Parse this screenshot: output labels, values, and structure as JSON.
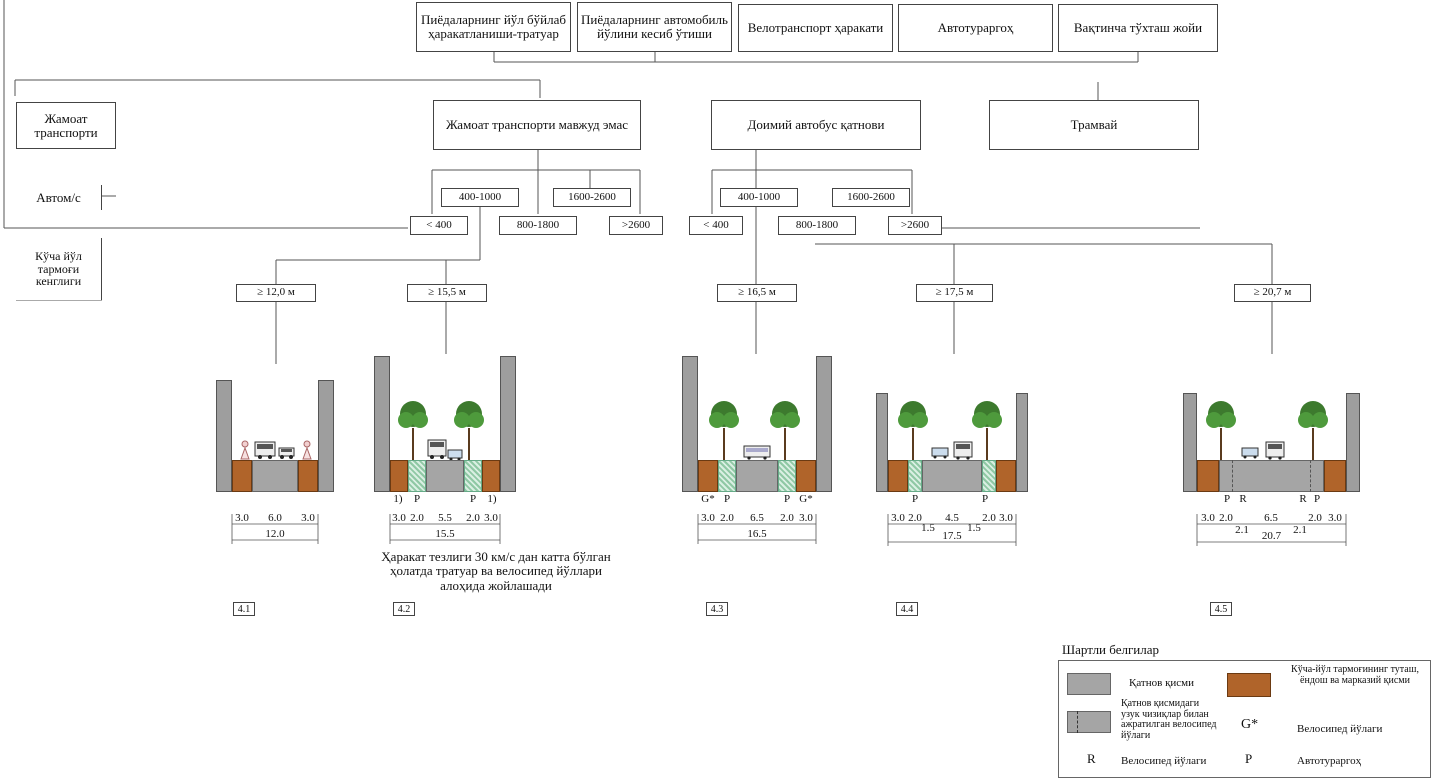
{
  "header_categories": [
    "Пиёдаларнинг йўл бўйлаб ҳаракатланиши-тратуар",
    "Пиёдаларнинг автомобиль йўлини кесиб ўтиши",
    "Велотранспорт ҳаракати",
    "Автотураргоҳ",
    "Вақтинча тўхташ жойи"
  ],
  "row_labels": {
    "public_transport": "Жамоат транспорти",
    "auto": "Автом/с",
    "street_width": "Кўча йўл тармоғи кенглиги"
  },
  "transport_types": {
    "none": "Жамоат транспорти мавжуд эмас",
    "bus": "Доимий автобус қатнови",
    "tram": "Трамвай"
  },
  "volumes": {
    "lt400_a": "< 400",
    "v400_1000_a": "400-1000",
    "v800_1800_a": "800-1800",
    "v1600_2600_a": "1600-2600",
    "gt2600_a": ">2600",
    "lt400_b": "< 400",
    "v400_1000_b": "400-1000",
    "v800_1800_b": "800-1800",
    "v1600_2600_b": "1600-2600",
    "gt2600_b": ">2600"
  },
  "widths": [
    "≥ 12,0 м",
    "≥ 15,5 м",
    "≥ 16,5 м",
    "≥ 17,5 м",
    "≥ 20,7 м"
  ],
  "sections": [
    {
      "id": "4.1",
      "dims": [
        "3.0",
        "6.0",
        "3.0"
      ],
      "total": "12.0",
      "marks": []
    },
    {
      "id": "4.2",
      "dims": [
        "3.0",
        "2.0",
        "5.5",
        "2.0",
        "3.0"
      ],
      "total": "15.5",
      "marks": [
        "1)",
        "P",
        "P",
        "1)"
      ]
    },
    {
      "id": "4.3",
      "dims": [
        "3.0",
        "2.0",
        "6.5",
        "2.0",
        "3.0"
      ],
      "total": "16.5",
      "marks": [
        "G*",
        "P",
        "P",
        "G*"
      ]
    },
    {
      "id": "4.4",
      "dims": [
        "3.0",
        "2.0",
        "4.5",
        "2.0",
        "3.0"
      ],
      "sub": [
        "1.5",
        "1.5"
      ],
      "total": "17.5",
      "marks": [
        "P",
        "P"
      ]
    },
    {
      "id": "4.5",
      "dims": [
        "3.0",
        "2.0",
        "6.5",
        "2.0",
        "3.0"
      ],
      "sub": [
        "2.1",
        "2.1"
      ],
      "total": "20.7",
      "marks": [
        "P",
        "R",
        "R",
        "P"
      ]
    }
  ],
  "note": "Ҳаракат тезлиги 30 км/с дан катта бўлган ҳолатда тратуар ва велосипед йўллари алоҳида жойлашади",
  "legend": {
    "title": "Шартли белгилар",
    "carriageway": "Қатнов қисми",
    "side_strip": "Кўча-йўл тармоғининг туташ, ёндош ва марказий қисми",
    "bike_lane_marked": "Қатнов қисмидаги узук чизиқлар билан ажратилган велосипед йўлаги",
    "g_symbol": "G*",
    "g_label": "Велосипед йўлаги",
    "r_symbol": "R",
    "r_label": "Велосипед йўлаги",
    "p_symbol": "P",
    "p_label": "Автотураргоҳ"
  },
  "colors": {
    "road": "#a5a5a5",
    "side": "#b0642a",
    "bike": "#8fc8a4",
    "tree": "#3d7a2e"
  }
}
